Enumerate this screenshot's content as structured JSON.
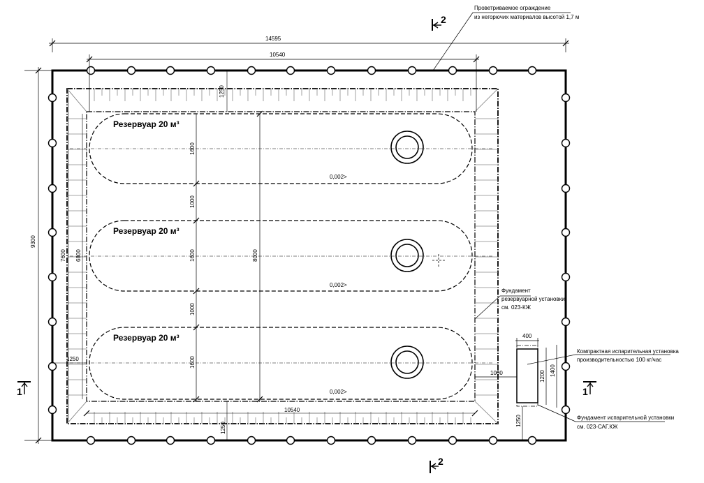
{
  "dimensions": {
    "overall_width": "14595",
    "inner_width": "10540",
    "inner_width_bottom": "10540",
    "overall_height": "9300",
    "height_7600": "7600",
    "height_6800": "6800",
    "height_8000": "8000",
    "top_offset": "1250",
    "bottom_offset": "1250",
    "left_offset": "1250",
    "tank_diam": "1600",
    "tank_gap": "1000",
    "gap_right": "1000",
    "unit_width": "400",
    "unit_height": "1200",
    "unit_height_outer": "1400",
    "unit_offset": "1250"
  },
  "tanks": [
    {
      "label": "Резервуар 20 м³",
      "slope": "0,002>"
    },
    {
      "label": "Резервуар 20 м³",
      "slope": "0,002>"
    },
    {
      "label": "Резервуар 20 м³",
      "slope": "0,002>"
    }
  ],
  "callouts": {
    "fence_line1": "Проветриваемое ограждение",
    "fence_line2": "из негорючих материалов высотой 1,7 м",
    "foundation_line1": "Фундамент",
    "foundation_line2": "резервуарной установки",
    "foundation_line3": "см. 023-КЖ",
    "evap_line1": "Компрактная испарительная установка",
    "evap_line2": "производительностью 100 кг/час",
    "evap_found_line1": "Фундамент испарительной установки",
    "evap_found_line2": "см. 023-САГ.КЖ"
  },
  "sections": {
    "section_1": "1",
    "section_2": "2"
  }
}
